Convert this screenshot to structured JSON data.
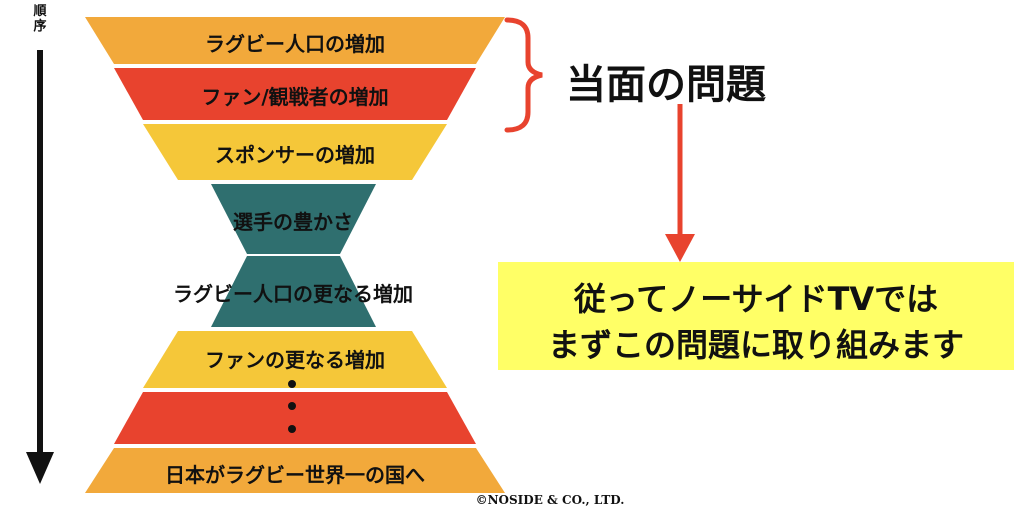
{
  "order_label": "順序",
  "levels": [
    {
      "label": "ラグビー人口の増加",
      "color": "#f2a93b"
    },
    {
      "label": "ファン/観戦者の増加",
      "color": "#e8432e"
    },
    {
      "label": "スポンサーの増加",
      "color": "#f5c739"
    },
    {
      "label": "選手の豊かさ",
      "color": "#2f6f6f"
    },
    {
      "label": "ラグビー人口の更なる増加",
      "color": "#2f6f6f"
    },
    {
      "label": "ファンの更なる増加",
      "color": "#f5c739"
    },
    {
      "label": "",
      "color": "#e8432e"
    },
    {
      "label": "日本がラグビー世界一の国へ",
      "color": "#f2a93b"
    }
  ],
  "issue_title": "当面の問題",
  "callout": {
    "line1": "従ってノーサイドTVでは",
    "line2": "まずこの問題に取り組みます"
  },
  "copyright": "©NOSIDE & CO., LTD.",
  "colors": {
    "bracket": "#e8432e",
    "arrow": "#e8432e",
    "callout_bg": "#ffff66"
  }
}
